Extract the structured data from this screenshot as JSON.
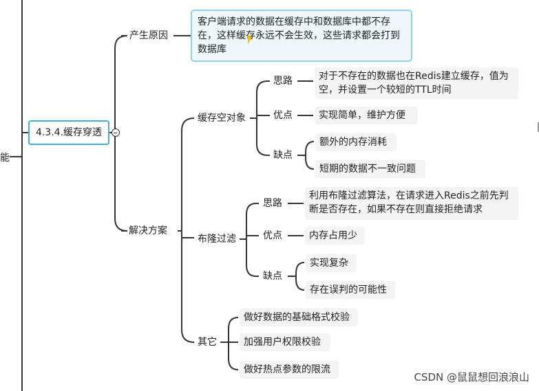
{
  "left_label": "能",
  "root": "4.3.4.缓存穿透",
  "cause": {
    "label": "产生原因",
    "text": "客户端请求的数据在缓存中和数据库中都不存在，这样缓存永远不会生效，这些请求都会打到数据库"
  },
  "solution": {
    "label": "解决方案",
    "empty_cache": {
      "label": "缓存空对象",
      "idea_label": "思路",
      "idea": "对于不存在的数据也在Redis建立缓存，值为空，并设置一个较短的TTL时间",
      "pros_label": "优点",
      "pros": "实现简单，维护方便",
      "cons_label": "缺点",
      "cons": [
        "额外的内存消耗",
        "短期的数据不一致问题"
      ]
    },
    "bloom": {
      "label": "布隆过滤",
      "idea_label": "思路",
      "idea": "利用布隆过滤算法，在请求进入Redis之前先判断是否存在，如果不存在则直接拒绝请求",
      "pros_label": "优点",
      "pros": "内存占用少",
      "cons_label": "缺点",
      "cons": [
        "实现复杂",
        "存在误判的可能性"
      ]
    },
    "other": {
      "label": "其它",
      "items": [
        "做好数据的基础格式校验",
        "加强用户权限校验",
        "做好热点参数的限流"
      ]
    }
  },
  "watermark": "CSDN @鼠鼠想回浪浪山"
}
